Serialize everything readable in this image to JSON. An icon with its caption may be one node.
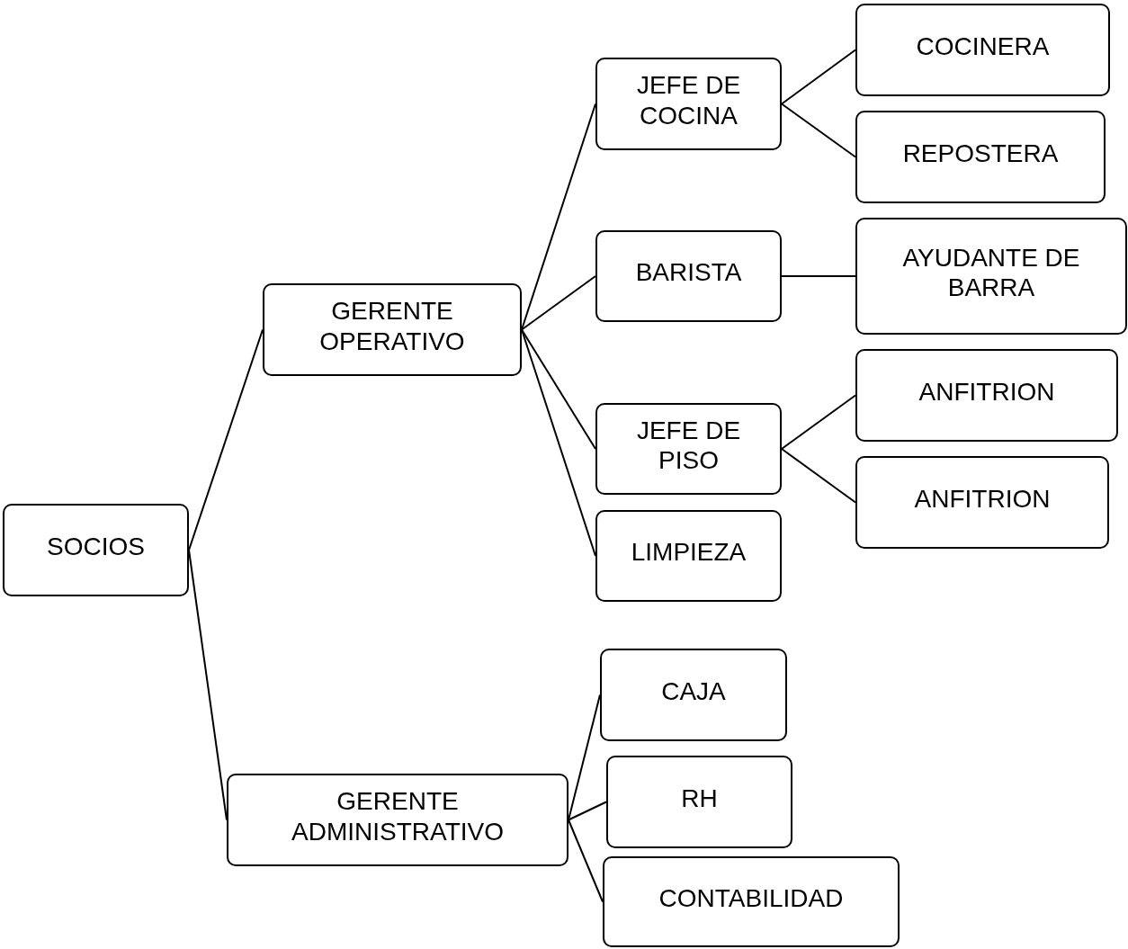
{
  "diagram": {
    "nodes": [
      {
        "text": [
          "SOCIOS"
        ]
      },
      {
        "text": [
          "GERENTE OPERATIVO"
        ]
      },
      {
        "text": [
          "JEFE DE COCINA"
        ]
      },
      {
        "text": [
          "COCINERA"
        ]
      },
      {
        "text": [
          "REPOSTERA"
        ]
      },
      {
        "text": [
          "BARISTA"
        ]
      },
      {
        "text": [
          "AYUDANTE DE BARRA"
        ]
      },
      {
        "text": [
          "JEFE DE PISO"
        ]
      },
      {
        "text": [
          "ANFITRION"
        ]
      },
      {
        "text": [
          "ANFITRION"
        ]
      },
      {
        "text": [
          "LIMPIEZA"
        ]
      },
      {
        "text": [
          "GERENTE ADMINISTRATIVO"
        ]
      },
      {
        "text": [
          "CAJA"
        ]
      },
      {
        "text": [
          "RH"
        ]
      },
      {
        "text": [
          "CONTABILIDAD"
        ]
      }
    ],
    "edges": [
      {
        "from": 0,
        "to": 1,
        "arrow": "none"
      },
      {
        "from": 0,
        "to": 11,
        "arrow": "none"
      },
      {
        "from": 1,
        "to": 2,
        "arrow": "none"
      },
      {
        "from": 1,
        "to": 5,
        "arrow": "none"
      },
      {
        "from": 1,
        "to": 7,
        "arrow": "none"
      },
      {
        "from": 1,
        "to": 10,
        "arrow": "none"
      },
      {
        "from": 2,
        "to": 3,
        "arrow": "none"
      },
      {
        "from": 2,
        "to": 4,
        "arrow": "none"
      },
      {
        "from": 5,
        "to": 6,
        "arrow": "none"
      },
      {
        "from": 7,
        "to": 8,
        "arrow": "none"
      },
      {
        "from": 7,
        "to": 9,
        "arrow": "none"
      },
      {
        "from": 11,
        "to": 12,
        "arrow": "none"
      },
      {
        "from": 11,
        "to": 13,
        "arrow": "none"
      },
      {
        "from": 11,
        "to": 14,
        "arrow": "none"
      }
    ]
  }
}
